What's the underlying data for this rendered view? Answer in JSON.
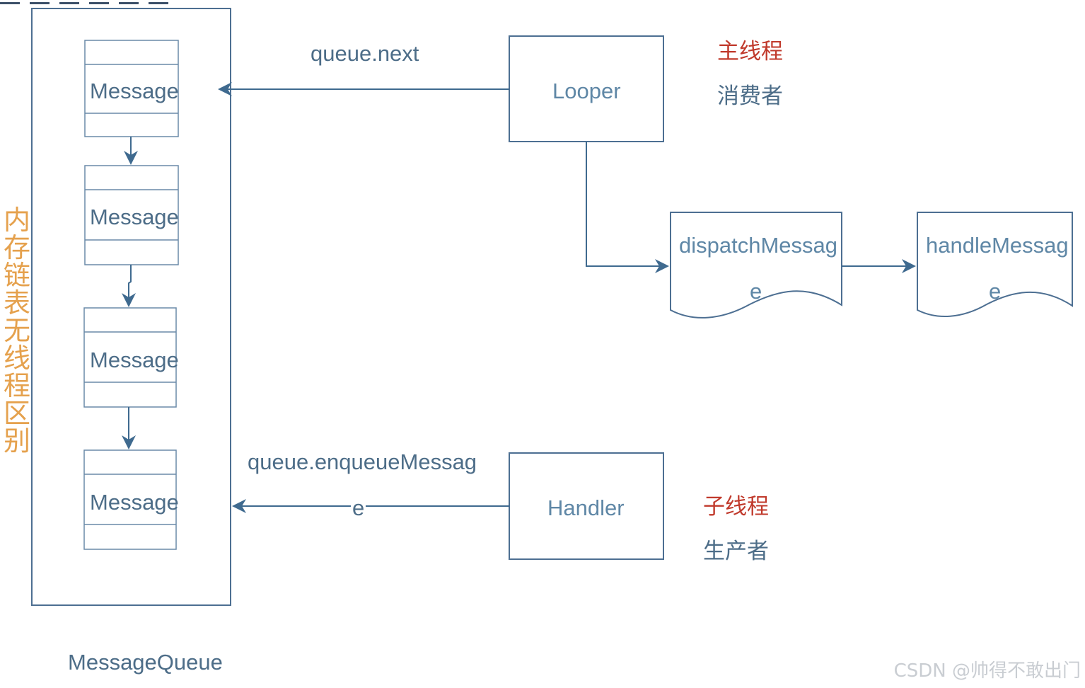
{
  "diagram": {
    "queue_label": "MessageQueue",
    "side_label": "内存链表无线程区别",
    "messages": [
      "Message",
      "Message",
      "Message",
      "Message"
    ],
    "looper": {
      "label": "Looper",
      "note_thread": "主线程",
      "note_role": "消费者"
    },
    "handler": {
      "label": "Handler",
      "note_thread": "子线程",
      "note_role": "生产者"
    },
    "arrows": {
      "next": "queue.next",
      "enqueue_line1": "queue.enqueueMessag",
      "enqueue_line2": "e"
    },
    "dispatch": {
      "line1": "dispatchMessag",
      "line2": "e"
    },
    "handle": {
      "line1": "handleMessag",
      "line2": "e"
    }
  },
  "watermark": "CSDN @帅得不敢出门",
  "colors": {
    "stroke": "#4d6f92",
    "text": "#4d6d88",
    "red_note": "#c0392b",
    "vertical_text": "#e5a14d"
  }
}
